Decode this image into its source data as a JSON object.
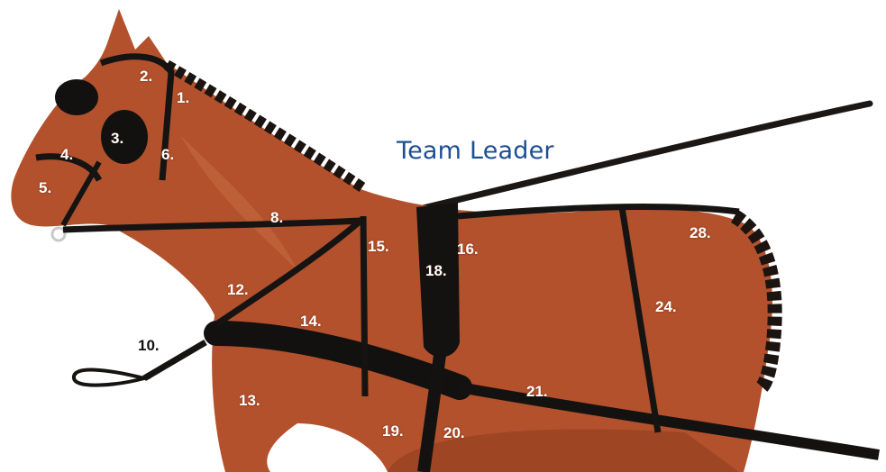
{
  "title": "Team Leader",
  "colors": {
    "coat": "#b2512c",
    "coat_shadow": "#8a3a1c",
    "leather": "#161412",
    "title": "#1d4f91",
    "label_light": "#ffffff",
    "label_dark": "#111111"
  },
  "labels": {
    "n1": "1.",
    "n2": "2.",
    "n3": "3.",
    "n4": "4.",
    "n5": "5.",
    "n6": "6.",
    "n8": "8.",
    "n10": "10.",
    "n12": "12.",
    "n13": "13.",
    "n14": "14.",
    "n15": "15.",
    "n16": "16.",
    "n18": "18.",
    "n19": "19.",
    "n20": "20.",
    "n21": "21.",
    "n24": "24.",
    "n28": "28."
  }
}
